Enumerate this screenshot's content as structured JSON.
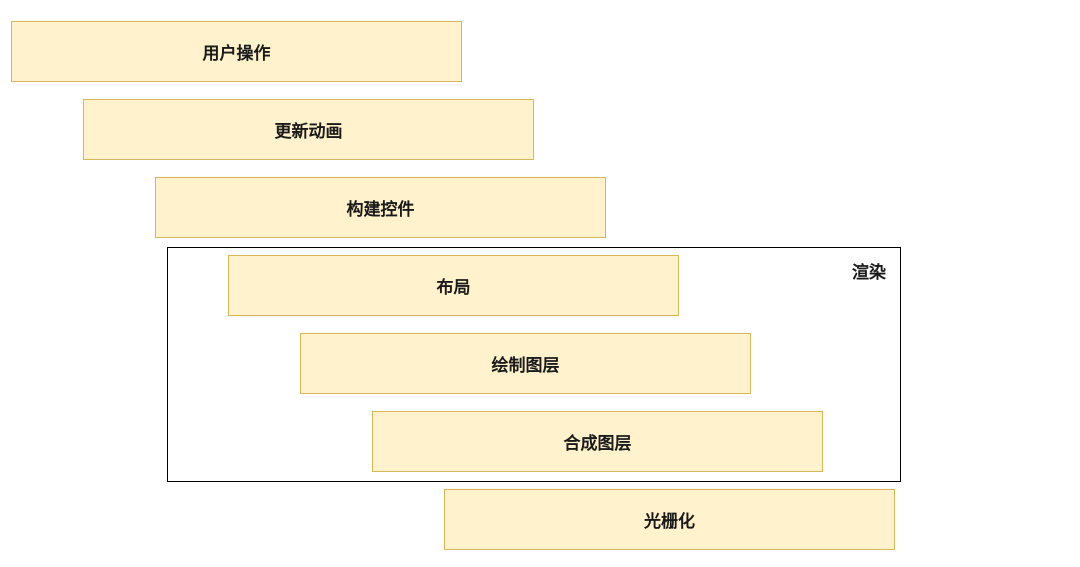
{
  "pipeline": {
    "steps": [
      {
        "label": "用户操作"
      },
      {
        "label": "更新动画"
      },
      {
        "label": "构建控件"
      },
      {
        "label": "布局"
      },
      {
        "label": "绘制图层"
      },
      {
        "label": "合成图层"
      },
      {
        "label": "光栅化"
      }
    ],
    "render_group": {
      "label": "渲染"
    }
  },
  "colors": {
    "box_fill": "#fff2cc",
    "box_border": "#d6b656",
    "group_border": "#000000"
  }
}
